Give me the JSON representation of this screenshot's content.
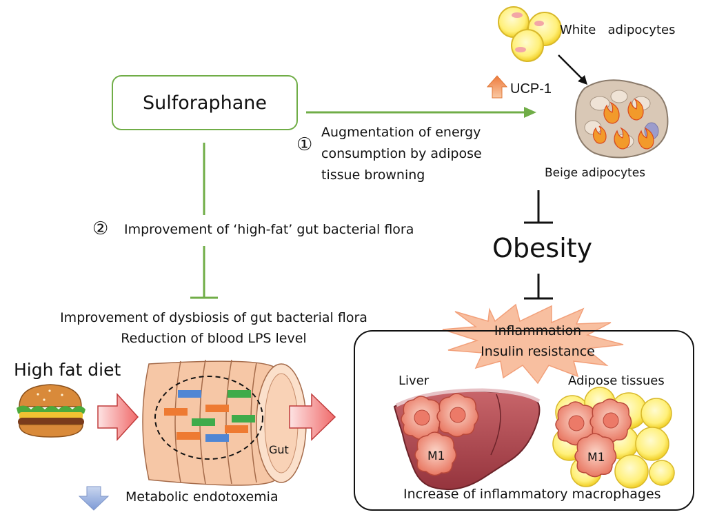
{
  "sulforaphane": "Sulforaphane",
  "pathway1": {
    "number": "①",
    "lines": [
      "Augmentation of energy",
      "consumption by adipose",
      "tissue browning"
    ]
  },
  "pathway2": {
    "number": "②",
    "text": "Improvement of ‘high-fat’ gut bacterial flora"
  },
  "ucp": "UCP-1",
  "white_adipocytes": "White   adipocytes",
  "beige_adipocytes": "Beige adipocytes",
  "obesity": "Obesity",
  "inflammation": [
    "Inflammation",
    "Insulin resistance"
  ],
  "gut_effects": [
    "Improvement of dysbiosis of gut bacterial flora",
    "Reduction of blood LPS level"
  ],
  "high_fat_diet": "High fat diet",
  "gut": "Gut",
  "metabolic": "Metabolic endotoxemia",
  "liver": "Liver",
  "adipose_tissues": "Adipose tissues",
  "macrophage_label": "M1",
  "increase": "Increase of inflammatory macrophages",
  "icons": [
    "burger-icon",
    "gut-icon",
    "liver-icon",
    "adipose-icon",
    "macrophage-icon",
    "fire-icon",
    "white-adipocyte-icon",
    "beige-adipocyte-icon"
  ],
  "colors": {
    "green_arrow": "#70ad47",
    "red_arrow": "#f27a7a",
    "orange_up": "#f08a4b",
    "blue_down": "#8faadc",
    "burst": "#f8b89a",
    "gut": "#f6c7a6"
  }
}
